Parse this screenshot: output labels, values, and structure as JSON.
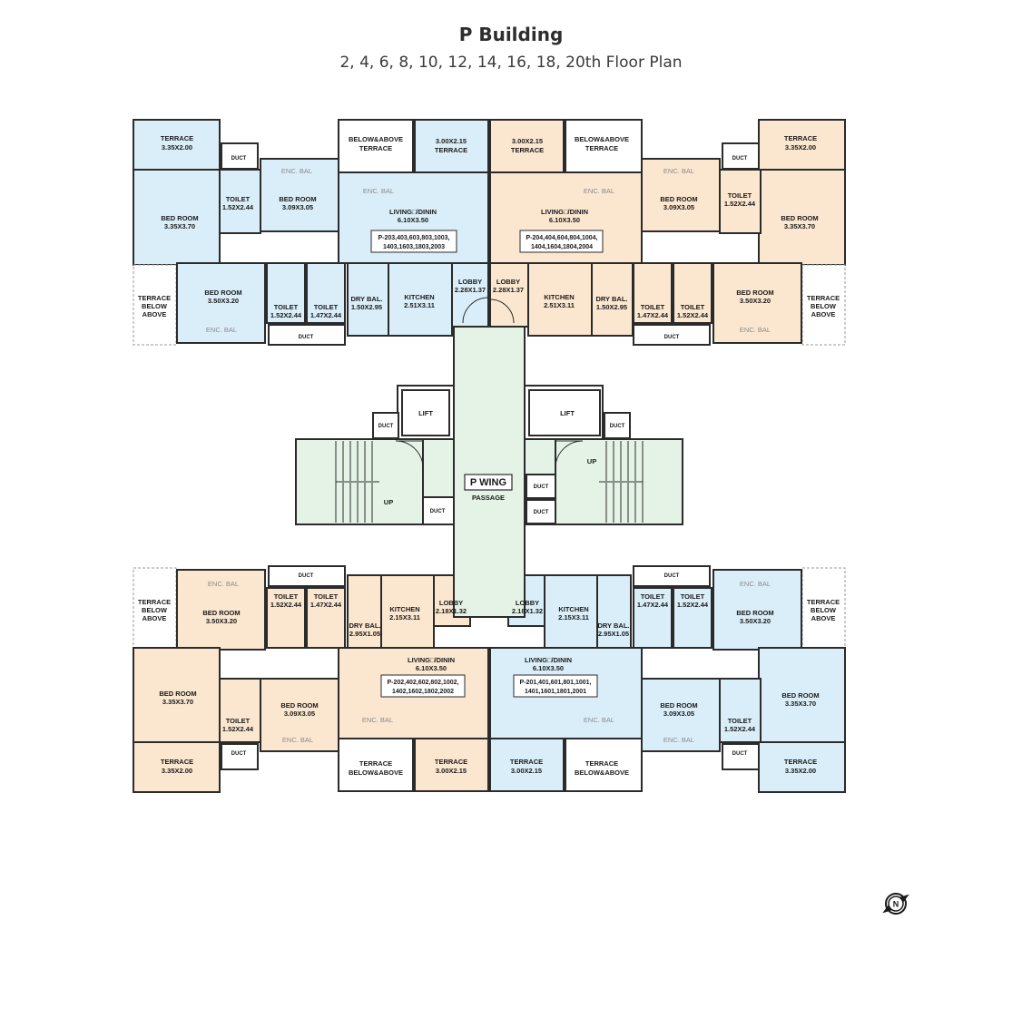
{
  "header": {
    "title": "P Building",
    "subtitle": "2, 4, 6, 8, 10, 12, 14, 16, 18, 20th Floor Plan"
  },
  "colors": {
    "blue_flat": "#daeef9",
    "orange_flat": "#fbe6cf",
    "core_green": "#e4f3e6",
    "wall": "#2b2b2b"
  },
  "core": {
    "wing_label": "P WING",
    "passage": "PASSAGE",
    "lift_left": "LIFT",
    "lift_right": "LIFT",
    "duct": "DUCT",
    "up": "UP"
  },
  "common": {
    "terrace": "TERRACE",
    "terrace_below_above": "TERRACE BELOW ABOVE",
    "below_above_terrace": "BELOW&ABOVE TERRACE",
    "terrace_below_above_2": "TERRACE BELOW&ABOVE",
    "enc_bal": "ENC. BAL",
    "duct": "DUCT",
    "toilet": "TOILET",
    "bed_room": "BED ROOM",
    "living": "LIVING□/DININ",
    "kitchen": "KITCHEN",
    "dry_bal": "DRY BAL.",
    "lobby": "LOBBY"
  },
  "flats": {
    "top_left": {
      "numbers_1": "P-203,403,603,803,1003,",
      "numbers_2": "1403,1603,1803,2003",
      "terrace_dim": "3.35X2.00",
      "bed1_dim": "3.35X3.70",
      "toilet1_dim": "1.52X2.44",
      "bed2_dim": "3.09X3.05",
      "bed3_dim": "3.50X3.20",
      "toilet2_dim": "1.52X2.44",
      "toilet3_dim": "1.47X2.44",
      "drybal_dim": "1.50X2.95",
      "kitchen_dim": "2.51X3.11",
      "living_dim": "6.10X3.50",
      "lobby_dim": "2.28X1.37",
      "terrace2_dim": "3.00X2.15"
    },
    "top_right": {
      "numbers_1": "P-204,404,604,804,1004,",
      "numbers_2": "1404,1604,1804,2004",
      "terrace_dim": "3.35X2.00",
      "bed1_dim": "3.35X3.70",
      "toilet1_dim": "1.52X2.44",
      "bed2_dim": "3.09X3.05",
      "bed3_dim": "3.50X3.20",
      "toilet2_dim": "1.52X2.44",
      "toilet3_dim": "1.47X2.44",
      "drybal_dim": "1.50X2.95",
      "kitchen_dim": "2.51X3.11",
      "living_dim": "6.10X3.50",
      "lobby_dim": "2.28X1.37",
      "terrace2_dim": "3.00X2.15"
    },
    "bottom_left": {
      "numbers_1": "P-202,402,602,802,1002,",
      "numbers_2": "1402,1602,1802,2002",
      "terrace_dim": "3.35X2.00",
      "bed1_dim": "3.35X3.70",
      "toilet1_dim": "1.52X2.44",
      "bed2_dim": "3.09X3.05",
      "bed3_dim": "3.50X3.20",
      "toilet2_dim": "1.52X2.44",
      "toilet3_dim": "1.47X2.44",
      "drybal_dim": "2.95X1.05",
      "kitchen_dim": "2.15X3.11",
      "living_dim": "6.10X3.50",
      "lobby_dim": "2.18X1.32",
      "terrace2_dim": "3.00X2.15"
    },
    "bottom_right": {
      "numbers_1": "P-201,401,601,801,1001,",
      "numbers_2": "1401,1601,1801,2001",
      "terrace_dim": "3.35X2.00",
      "bed1_dim": "3.35X3.70",
      "toilet1_dim": "1.52X2.44",
      "bed2_dim": "3.09X3.05",
      "bed3_dim": "3.50X3.20",
      "toilet2_dim": "1.52X2.44",
      "toilet3_dim": "1.47X2.44",
      "drybal_dim": "2.95X1.05",
      "kitchen_dim": "2.15X3.11",
      "living_dim": "6.10X3.50",
      "lobby_dim": "2.18X1.32",
      "terrace2_dim": "3.00X2.15"
    }
  },
  "compass": {
    "label": "N"
  }
}
